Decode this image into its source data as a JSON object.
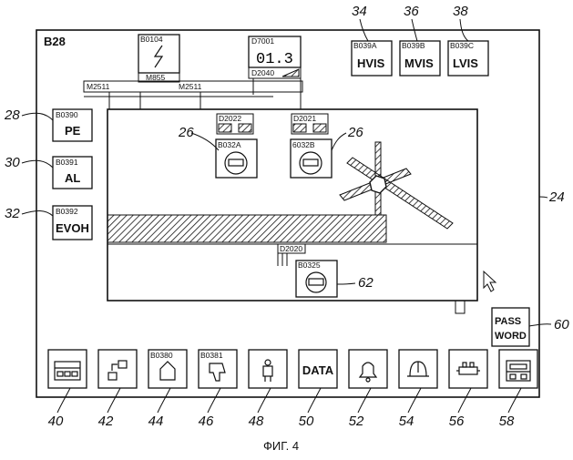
{
  "screen": {
    "title": "B28",
    "caption": "ФИГ. 4"
  },
  "top_bar": {
    "power": {
      "tag": "B0104"
    },
    "sub": "M855",
    "display": {
      "tag": "D7001",
      "value": "01.3"
    },
    "d2040": "D2040",
    "bus": [
      "M2511",
      "M2511"
    ]
  },
  "vis_buttons": [
    {
      "tag": "B039A",
      "label": "HVIS",
      "ref": "34"
    },
    {
      "tag": "B039B",
      "label": "MVIS",
      "ref": "36"
    },
    {
      "tag": "B039C",
      "label": "LVIS",
      "ref": "38"
    }
  ],
  "left_buttons": [
    {
      "tag": "B0390",
      "label": "PE",
      "ref": "28"
    },
    {
      "tag": "B0391",
      "label": "AL",
      "ref": "30"
    },
    {
      "tag": "B0392",
      "label": "EVOH",
      "ref": "32"
    }
  ],
  "process": {
    "d2022": "D2022",
    "d2021": "D2021",
    "motor_a": {
      "tag": "B032A",
      "ref": "26"
    },
    "motor_b": {
      "tag": "6032B",
      "ref": "26"
    },
    "d2020": "D2020",
    "motor_c": {
      "tag": "B0325",
      "ref": "62"
    }
  },
  "screen_ref": "24",
  "password": {
    "line1": "PASS",
    "line2": "WORD",
    "ref": "60"
  },
  "toolbar": [
    {
      "name": "overview-button",
      "tag": "",
      "icon": "overview-icon",
      "ref": "40"
    },
    {
      "name": "navigate-button",
      "tag": "",
      "icon": "navigate-icon",
      "ref": "42"
    },
    {
      "name": "home-button",
      "tag": "B0380",
      "icon": "home-icon",
      "ref": "44"
    },
    {
      "name": "thumb-down-button",
      "tag": "B0381",
      "icon": "thumb-down-icon",
      "ref": "46"
    },
    {
      "name": "operator-button",
      "tag": "",
      "icon": "person-icon",
      "ref": "48"
    },
    {
      "name": "data-button",
      "tag": "",
      "label": "DATA",
      "ref": "50"
    },
    {
      "name": "alarm-button",
      "tag": "",
      "icon": "bell-icon",
      "ref": "52"
    },
    {
      "name": "safety-button",
      "tag": "",
      "icon": "helmet-icon",
      "ref": "54"
    },
    {
      "name": "machine-button",
      "tag": "",
      "icon": "machine-icon",
      "ref": "56"
    },
    {
      "name": "layout-button",
      "tag": "",
      "icon": "layout-icon",
      "ref": "58"
    }
  ]
}
